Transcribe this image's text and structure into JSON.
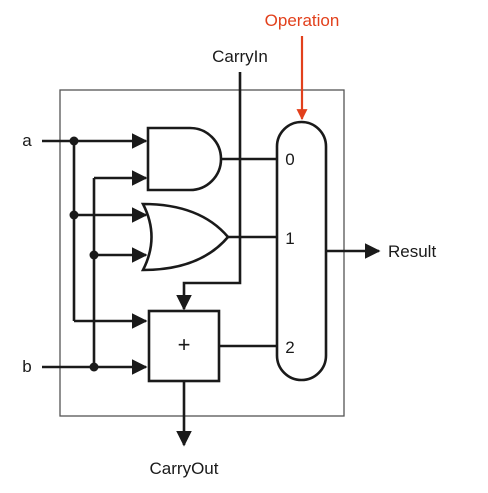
{
  "diagram": {
    "labels": {
      "operation": "Operation",
      "carry_in": "CarryIn",
      "input_a": "a",
      "input_b": "b",
      "result": "Result",
      "carry_out": "CarryOut",
      "adder_symbol": "+",
      "mux_input_0": "0",
      "mux_input_1": "1",
      "mux_input_2": "2"
    },
    "colors": {
      "operation_accent": "#e2401c",
      "line": "#1a1a1a",
      "box_outline": "#555555",
      "background": "#ffffff"
    }
  }
}
